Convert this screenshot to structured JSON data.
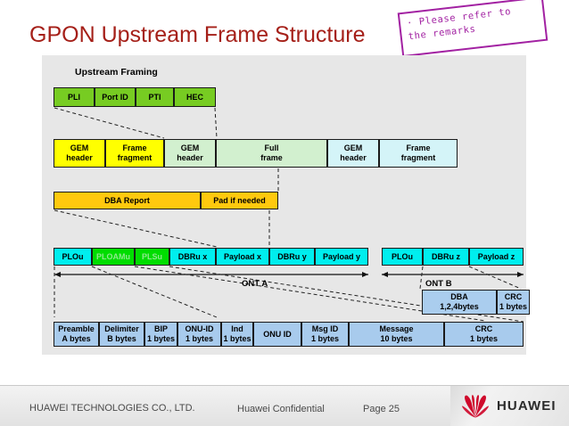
{
  "slide": {
    "title": "GPON Upstream Frame Structure",
    "sticky_note": {
      "line1": "· Please refer to",
      "line2": "the remarks",
      "color": "#A221A2"
    },
    "title_color": "#A52019",
    "panel_caption": "Upstream Framing"
  },
  "rows": {
    "gem_header_fields": {
      "name": "gem-header-fields",
      "cells": [
        {
          "label": "PLI",
          "color": "#77cc22"
        },
        {
          "label": "Port ID",
          "color": "#77cc22"
        },
        {
          "label": "PTI",
          "color": "#77cc22"
        },
        {
          "label": "HEC",
          "color": "#77cc22"
        }
      ]
    },
    "gem_frame_row": {
      "name": "gem-frame-row",
      "cells": [
        {
          "l1": "GEM",
          "l2": "header",
          "color": "#ffff00"
        },
        {
          "l1": "Frame",
          "l2": "fragment",
          "color": "#ffff00"
        },
        {
          "l1": "GEM",
          "l2": "header",
          "color": "#d2f0cf"
        },
        {
          "l1": "Full",
          "l2": "frame",
          "color": "#d2f0cf"
        },
        {
          "l1": "GEM",
          "l2": "header",
          "color": "#d4f4f8"
        },
        {
          "l1": "Frame",
          "l2": "fragment",
          "color": "#d4f4f8"
        }
      ]
    },
    "dba_row": {
      "name": "dba-report-row",
      "cells": [
        {
          "label": "DBA Report",
          "color": "#ffc90e"
        },
        {
          "label": "Pad if needed",
          "color": "#ffc90e"
        }
      ]
    },
    "burst_row_a": {
      "name": "upstream-burst-ont-a",
      "cells": [
        {
          "label": "PLOu",
          "color": "#00eeee"
        },
        {
          "label": "PLOAMu",
          "color": "#00dd00"
        },
        {
          "label": "PLSu",
          "color": "#00dd00"
        },
        {
          "label": "DBRu x",
          "color": "#00eeee"
        },
        {
          "label": "Payload x",
          "color": "#00eeee"
        },
        {
          "label": "DBRu y",
          "color": "#00eeee"
        },
        {
          "label": "Payload y",
          "color": "#00eeee"
        }
      ]
    },
    "burst_row_b": {
      "name": "upstream-burst-ont-b",
      "cells": [
        {
          "label": "PLOu",
          "color": "#00eeee"
        },
        {
          "label": "DBRu z",
          "color": "#00eeee"
        },
        {
          "label": "Payload z",
          "color": "#00eeee"
        }
      ]
    },
    "dbru_detail": {
      "name": "dbru-detail-row",
      "cells": [
        {
          "l1": "DBA",
          "l2": "1,2,4bytes",
          "color": "#aacdee"
        },
        {
          "l1": "CRC",
          "l2": "1 bytes",
          "color": "#aacdee"
        }
      ]
    },
    "ploam_detail": {
      "name": "ploam-detail-row",
      "cells": [
        {
          "l1": "Preamble",
          "l2": "A bytes",
          "color": "#a8cbed"
        },
        {
          "l1": "Delimiter",
          "l2": "B bytes",
          "color": "#a8cbed"
        },
        {
          "l1": "BIP",
          "l2": "1 bytes",
          "color": "#a8cbed"
        },
        {
          "l1": "ONU-ID",
          "l2": "1 bytes",
          "color": "#a8cbed"
        },
        {
          "l1": "Ind",
          "l2": "1 bytes",
          "color": "#a8cbed"
        },
        {
          "l1": "ONU ID",
          "l2": "",
          "color": "#a8cbed"
        },
        {
          "l1": "Msg ID",
          "l2": "1 bytes",
          "color": "#a8cbed"
        },
        {
          "l1": "Message",
          "l2": "10 bytes",
          "color": "#a8cbed"
        },
        {
          "l1": "CRC",
          "l2": "1 bytes",
          "color": "#a8cbed"
        }
      ]
    }
  },
  "annotations": {
    "ont_a": "ONT A",
    "ont_b": "ONT B"
  },
  "footer": {
    "company": "HUAWEI TECHNOLOGIES CO., LTD.",
    "confidential": "Huawei Confidential",
    "page": "Page 25",
    "brand": "HUAWEI",
    "brand_color": "#CF0A2C"
  }
}
